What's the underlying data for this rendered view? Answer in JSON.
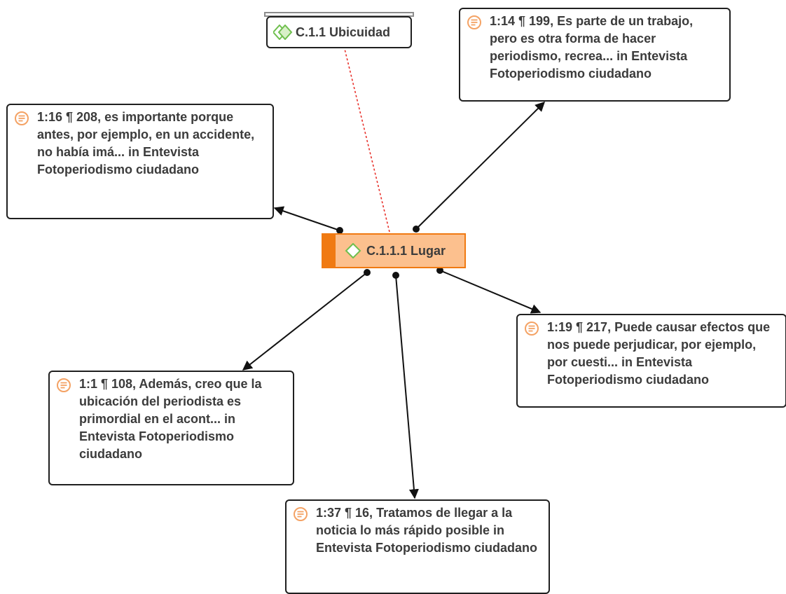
{
  "colors": {
    "accent": "#f07a12",
    "code_fill": "#fcc08e",
    "quote_icon": "#f4a264",
    "code_icon": "#6fbf4e",
    "link_red": "#e8302a",
    "link_dark": "#111111"
  },
  "codes": {
    "ubicuidad": {
      "label": "C.1.1 Ubicuidad",
      "icon": "code-diamond-icon"
    },
    "lugar": {
      "label": "C.1.1.1 Lugar",
      "icon": "code-diamond-icon"
    }
  },
  "quotations": [
    {
      "id": "1-14",
      "icon": "quotation-icon",
      "text": "1:14 ¶ 199, Es parte de un trabajo, pero es otra forma de hacer periodismo, recrea... in Entevista Fotoperiodismo ciudadano"
    },
    {
      "id": "1-16",
      "icon": "quotation-icon",
      "text": "1:16 ¶ 208, es importante porque antes, por ejemplo, en un accidente, no había imá... in Entevista Fotoperiodismo ciudadano"
    },
    {
      "id": "1-19",
      "icon": "quotation-icon",
      "text": "1:19 ¶ 217, Puede causar efectos que nos puede perjudicar, por ejemplo, por cuesti... in Entevista Fotoperiodismo ciudadano"
    },
    {
      "id": "1-1",
      "icon": "quotation-icon",
      "text": "1:1 ¶ 108, Además, creo que la ubicación del periodista es primordial en el acont... in Entevista Fotoperiodismo ciudadano"
    },
    {
      "id": "1-37",
      "icon": "quotation-icon",
      "text": "1:37 ¶ 16, Tratamos de llegar a la noticia lo más rápido posible in Entevista Fotoperiodismo ciudadano"
    }
  ]
}
